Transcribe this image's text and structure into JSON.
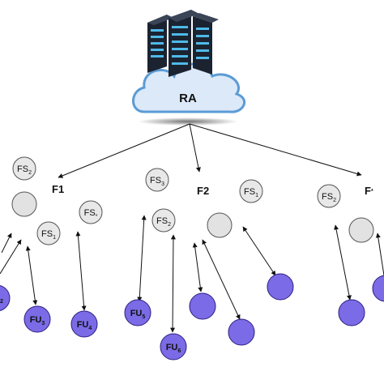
{
  "colors": {
    "cloud_fill": "#dce9f8",
    "cloud_stroke": "#5b9bd5",
    "server_dark": "#1b2330",
    "server_light": "#4fb9e8",
    "fs_fill": "#e8e8e8",
    "fs_stroke": "#555555",
    "fog_node_fill": "#e2e2e2",
    "fu_fill": "#7b6be6",
    "fu_stroke": "#2a2080",
    "edge": "#111111"
  },
  "icons": {
    "server": "server-rack-icon",
    "cloud": "cloud-icon"
  },
  "ra": {
    "label": "RA"
  },
  "fogs": [
    {
      "name": "F1"
    },
    {
      "name": "F2"
    },
    {
      "name": "F"
    }
  ],
  "fog_name_subscripts": [
    "",
    "",
    "*"
  ],
  "subscript_nodes": {
    "fs2_g1": {
      "base": "FS",
      "sub": "2"
    },
    "fs_star_g1": {
      "base": "FS",
      "sub": "*"
    },
    "fs1_g1": {
      "base": "FS",
      "sub": "1"
    },
    "fs3_g2": {
      "base": "FS",
      "sub": "3"
    },
    "fs2_g2": {
      "base": "FS",
      "sub": "2"
    },
    "fs1_g2": {
      "base": "FS",
      "sub": "1"
    },
    "fs2_g3": {
      "base": "FS",
      "sub": "2"
    },
    "fu2_g1": {
      "base": "",
      "sub": "2"
    },
    "fu3_g1": {
      "base": "FU",
      "sub": "3"
    },
    "fu4_g1": {
      "base": "FU",
      "sub": "4"
    },
    "fu5_g2": {
      "base": "FU",
      "sub": "5"
    },
    "fu6_g2": {
      "base": "FU",
      "sub": "6"
    }
  }
}
